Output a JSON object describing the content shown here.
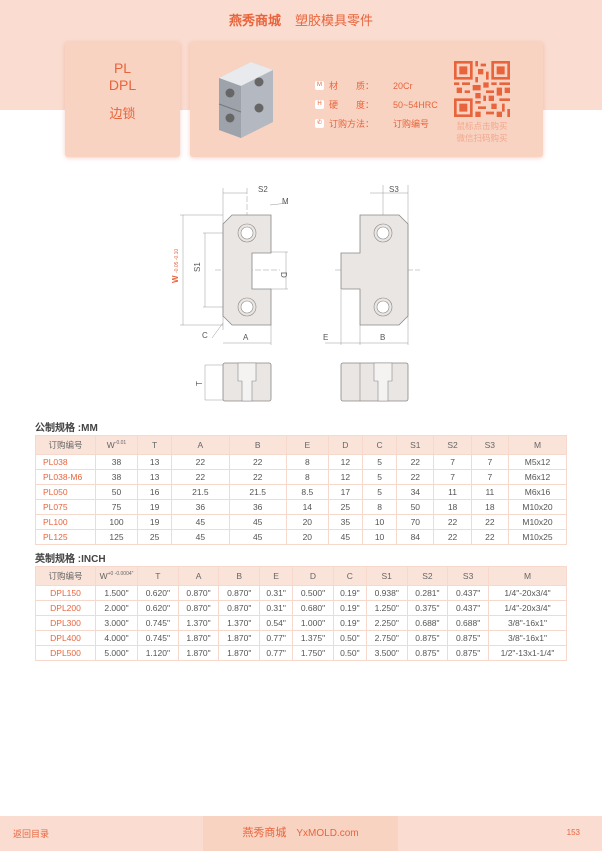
{
  "header": {
    "brand": "燕秀商城",
    "category": "塑胶模具零件"
  },
  "product": {
    "codes": [
      "PL",
      "DPL"
    ],
    "name": "边锁"
  },
  "properties": [
    {
      "icon": "M",
      "label": "材　　质：",
      "value": "20Cr"
    },
    {
      "icon": "H",
      "label": "硬　　度：",
      "value": "50~54HRC"
    },
    {
      "icon": "phone",
      "label": "订购方法：",
      "value": "订购编号"
    }
  ],
  "qr": {
    "line1": "鼠标点击购买",
    "line2": "微信扫码购买"
  },
  "drawing": {
    "labels": {
      "s2": "S2",
      "s3": "S3",
      "m": "M",
      "s1": "S1",
      "d": "D",
      "c": "C",
      "a": "A",
      "b": "B",
      "e": "E",
      "t": "T",
      "w": "W",
      "wtol": "-0.05 -0.10"
    }
  },
  "metric": {
    "title": "公制规格 :MM",
    "headers": [
      "订购编号",
      "W",
      "T",
      "A",
      "B",
      "E",
      "D",
      "C",
      "S1",
      "S2",
      "S3",
      "M"
    ],
    "w_tol": "-0.01",
    "rows": [
      [
        "PL038",
        "38",
        "13",
        "22",
        "22",
        "8",
        "12",
        "5",
        "22",
        "7",
        "7",
        "M5x12"
      ],
      [
        "PL038-M6",
        "38",
        "13",
        "22",
        "22",
        "8",
        "12",
        "5",
        "22",
        "7",
        "7",
        "M6x12"
      ],
      [
        "PL050",
        "50",
        "16",
        "21.5",
        "21.5",
        "8.5",
        "17",
        "5",
        "34",
        "11",
        "11",
        "M6x16"
      ],
      [
        "PL075",
        "75",
        "19",
        "36",
        "36",
        "14",
        "25",
        "8",
        "50",
        "18",
        "18",
        "M10x20"
      ],
      [
        "PL100",
        "100",
        "19",
        "45",
        "45",
        "20",
        "35",
        "10",
        "70",
        "22",
        "22",
        "M10x20"
      ],
      [
        "PL125",
        "125",
        "25",
        "45",
        "45",
        "20",
        "45",
        "10",
        "84",
        "22",
        "22",
        "M10x25"
      ]
    ]
  },
  "inch": {
    "title": "英制规格 :INCH",
    "headers": [
      "订购编号",
      "W",
      "T",
      "A",
      "B",
      "E",
      "D",
      "C",
      "S1",
      "S2",
      "S3",
      "M"
    ],
    "w_tol": "+0 -0.0004\"",
    "rows": [
      [
        "DPL150",
        "1.500\"",
        "0.620\"",
        "0.870\"",
        "0.870\"",
        "0.31\"",
        "0.500\"",
        "0.19\"",
        "0.938\"",
        "0.281\"",
        "0.437\"",
        "1/4\"-20x3/4\""
      ],
      [
        "DPL200",
        "2.000\"",
        "0.620\"",
        "0.870\"",
        "0.870\"",
        "0.31\"",
        "0.680\"",
        "0.19\"",
        "1.250\"",
        "0.375\"",
        "0.437\"",
        "1/4\"-20x3/4\""
      ],
      [
        "DPL300",
        "3.000\"",
        "0.745\"",
        "1.370\"",
        "1.370\"",
        "0.54\"",
        "1.000\"",
        "0.19\"",
        "2.250\"",
        "0.688\"",
        "0.688\"",
        "3/8\"-16x1\""
      ],
      [
        "DPL400",
        "4.000\"",
        "0.745\"",
        "1.870\"",
        "1.870\"",
        "0.77\"",
        "1.375\"",
        "0.50\"",
        "2.750\"",
        "0.875\"",
        "0.875\"",
        "3/8\"-16x1\""
      ],
      [
        "DPL500",
        "5.000\"",
        "1.120\"",
        "1.870\"",
        "1.870\"",
        "0.77\"",
        "1.750\"",
        "0.50\"",
        "3.500\"",
        "0.875\"",
        "0.875\"",
        "1/2\"-13x1-1/4\""
      ]
    ]
  },
  "footer": {
    "back": "返回目录",
    "brand": "燕秀商城",
    "site": "YxMOLD.com",
    "page": "153"
  }
}
